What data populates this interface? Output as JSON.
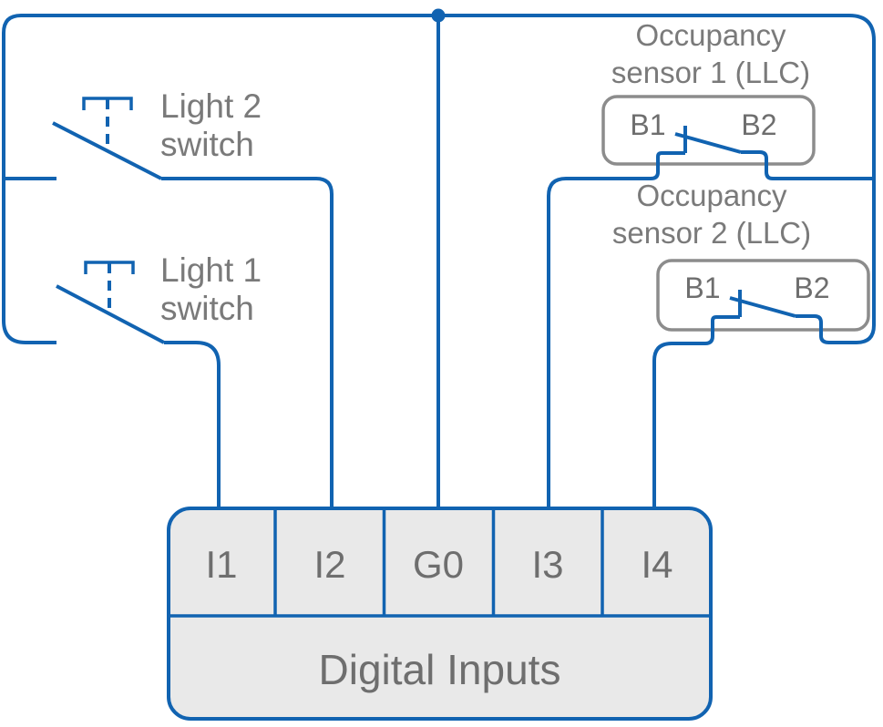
{
  "colors": {
    "wire_blue": "#1163b1",
    "label_gray": "#7a7a7a",
    "block_text_gray": "#6e6e6e",
    "box_border_gray": "#8c8c8c",
    "terminal_fill": "#e9e9e9"
  },
  "light_switches": [
    {
      "label": "Light 2\nswitch"
    },
    {
      "label": "Light 1\nswitch"
    }
  ],
  "occupancy_sensors": [
    {
      "label": "Occupancy\nsensor 1 (LLC)",
      "terminal_left": "B1",
      "terminal_right": "B2"
    },
    {
      "label": "Occupancy\nsensor 2 (LLC)",
      "terminal_left": "B1",
      "terminal_right": "B2"
    }
  ],
  "terminal_block": {
    "title": "Digital Inputs",
    "terminals": [
      "I1",
      "I2",
      "G0",
      "I3",
      "I4"
    ]
  }
}
